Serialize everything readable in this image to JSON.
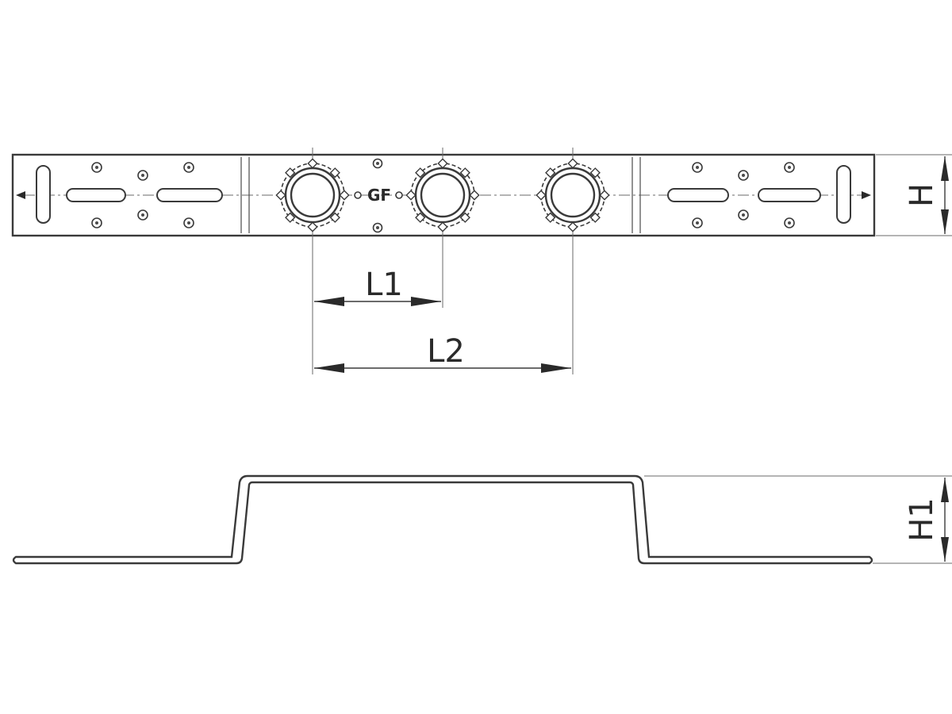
{
  "drawing": {
    "logo_text": "GF",
    "dimensions": {
      "plate_height": "H",
      "pitch_1": "L1",
      "pitch_2": "L2",
      "offset_height": "H1"
    }
  },
  "colors": {
    "line": "#3a3a3a",
    "background": "#ffffff"
  }
}
